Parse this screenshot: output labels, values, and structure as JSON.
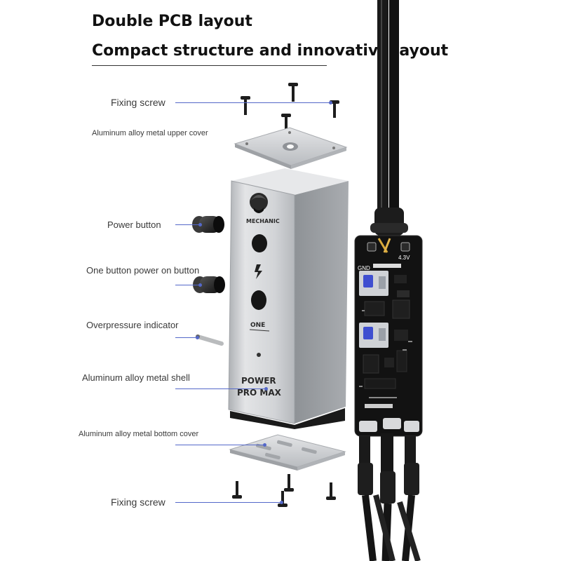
{
  "headings": {
    "line1": "Double PCB layout",
    "line2": "Compact structure and innovative layout"
  },
  "labels": {
    "fixing_screw_top": "Fixing screw",
    "upper_cover": "Aluminum alloy metal upper cover",
    "power_button": "Power button",
    "one_button": "One button power on button",
    "overpressure": "Overpressure indicator",
    "shell": "Aluminum alloy metal shell",
    "bottom_cover": "Aluminum alloy metal bottom cover",
    "fixing_screw_bottom": "Fixing screw"
  },
  "device": {
    "brand": "MECHANIC",
    "one_mark": "ONE",
    "model_line1": "POWER",
    "model_line2": "PRO MAX"
  },
  "pcb": {
    "gnd": "GND",
    "voltage": "4.3V"
  },
  "colors": {
    "leader_line": "#5468c9",
    "aluminum": "#c9cbce",
    "pcb": "#121212",
    "switch_blue": "#3f4fd0",
    "cable": "#1a1a1a"
  }
}
